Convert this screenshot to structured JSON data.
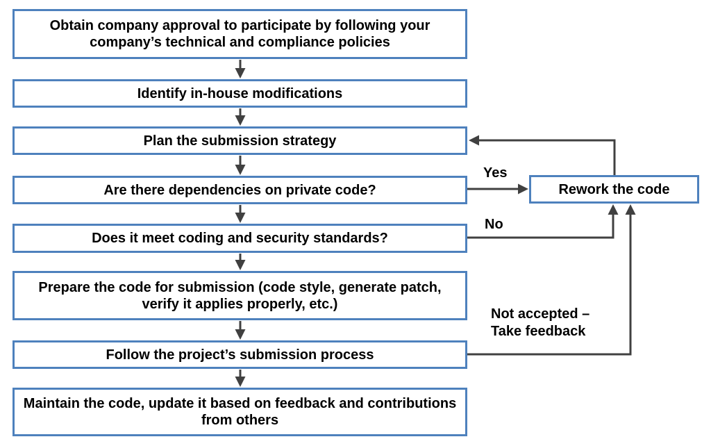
{
  "flowchart": {
    "steps": [
      {
        "id": "obtain-approval",
        "label": "Obtain company approval to participate by following your company’s technical and compliance policies"
      },
      {
        "id": "identify-modifications",
        "label": "Identify in-house modifications"
      },
      {
        "id": "plan-strategy",
        "label": "Plan the submission strategy"
      },
      {
        "id": "dependencies-question",
        "label": "Are there dependencies on private code?"
      },
      {
        "id": "standards-question",
        "label": "Does it meet coding and security standards?"
      },
      {
        "id": "prepare-code",
        "label": "Prepare the code for submission (code style, generate patch, verify it applies properly, etc.)"
      },
      {
        "id": "follow-process",
        "label": "Follow the project’s submission process"
      },
      {
        "id": "maintain-code",
        "label": "Maintain the code, update it based on feedback and contributions from others"
      }
    ],
    "rework": {
      "label": "Rework the code"
    },
    "edge_labels": {
      "yes": "Yes",
      "no": "No",
      "not_accepted": "Not accepted –\nTake feedback"
    },
    "colors": {
      "box_border": "#4e81bd",
      "box_fill": "#ffffff",
      "connector": "#404040",
      "text": "#000000",
      "background": "#ffffff"
    }
  }
}
